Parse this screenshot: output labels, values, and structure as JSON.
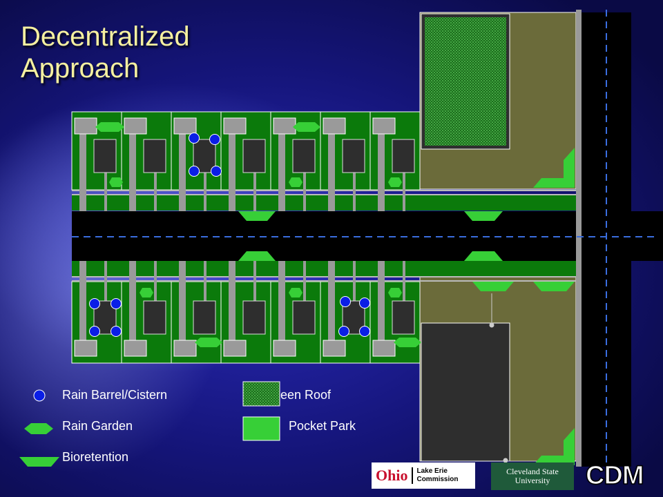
{
  "title": {
    "line1": "Decentralized",
    "line2": "Approach"
  },
  "legend": {
    "rain_barrel": "Rain Barrel/Cistern",
    "rain_garden": "Rain Garden",
    "bioretention": "Bioretention",
    "green_roof": "een Roof",
    "pocket_park": "Pocket Park"
  },
  "logos": {
    "ohio": "Ohio",
    "lake_erie_line1": "Lake Erie",
    "lake_erie_line2": "Commission",
    "csu_line1": "Cleveland State",
    "csu_line2": "University",
    "cdm": "CDM"
  },
  "colors": {
    "lot_green": "#0b7a0b",
    "feature_green": "#37cf37",
    "olive": "#6b6b3a",
    "road": "#000000",
    "building": "#2e2e2e",
    "driveway": "#9a9a9a",
    "barrel_blue": "#0a1ee6",
    "dash_blue": "#3a6ee0"
  }
}
